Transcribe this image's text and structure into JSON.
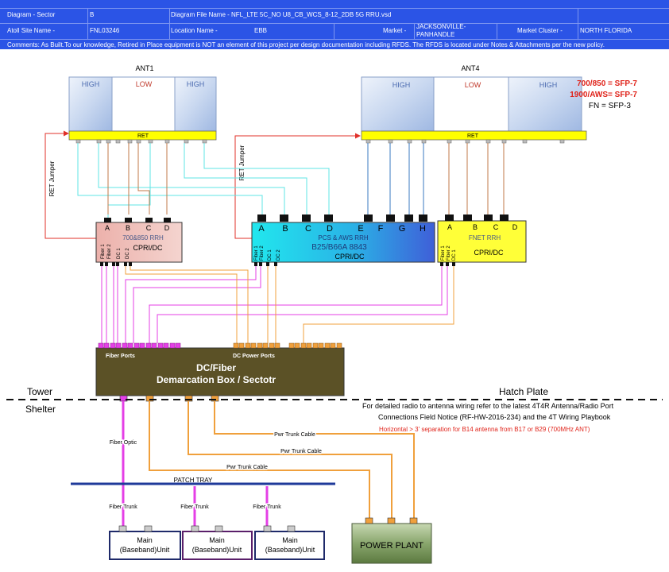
{
  "header": {
    "diagram_sector_label": "Diagram - Sector",
    "diagram_sector_value": "B",
    "file_name": "Diagram File Name - NFL_LTE 5C_NO U8_CB_WCS_8-12_2DB 5G RRU.vsd",
    "atoll_label": "Atoll Site Name -",
    "atoll_value": "FNL03246",
    "location_label": "Location Name -",
    "location_value": "EBB",
    "market_label": "Market -",
    "market_value_1": "JACKSONVILLE-",
    "market_value_2": "PANHANDLE",
    "cluster_label": "Market Cluster -",
    "cluster_value": "NORTH FLORIDA",
    "comments": "Comments:  As Built.To our knowledge, Retired in Place equipment is NOT an element of this project per design documentation including RFDS. The RFDS is located under Notes & Attachments per the new policy."
  },
  "antennas": {
    "ant1_title": "ANT1",
    "ant4_title": "ANT4",
    "high": "HIGH",
    "low": "LOW",
    "ret": "RET",
    "ret_jumper": "RET Jumper"
  },
  "sfp": {
    "line1": "700/850 = SFP-7",
    "line2": "1900/AWS= SFP-7",
    "line3": "FN = SFP-3"
  },
  "rrh": {
    "rrh1_title": "700&850 RRH",
    "rrh1_sub": "CPRI/DC",
    "rrh2_title": "PCS & AWS RRH",
    "rrh2_model": "B25/B66A  8843",
    "rrh2_sub": "CPRI/DC",
    "rrh3_title": "FNET RRH",
    "rrh3_sub": "CPRI/DC",
    "port_a": "A",
    "port_b": "B",
    "port_c": "C",
    "port_d": "D",
    "port_e": "E",
    "port_f": "F",
    "port_g": "G",
    "port_h": "H",
    "fiber1": "Fiber 1",
    "fiber2": "Fiber 2",
    "dc1": "DC 1",
    "dc2": "DC 2"
  },
  "demarc": {
    "fiber_ports": "Fiber Ports",
    "dc_ports": "DC Power Ports",
    "line1": "DC/Fiber",
    "line2": "Demarcation Box / Sectotr"
  },
  "labels": {
    "tower": "Tower",
    "shelter": "Shelter",
    "hatch": "Hatch Plate",
    "note1": "For detailed radio to antenna wiring refer to the latest 4T4R Antenna/Radio Port",
    "note2": "Connections Field Notice (RF-HW-2016-234) and the 4T Wiring Playbook",
    "note3": "Horizontal > 3' separation for B14 antenna from B17 or B29 (700MHz ANT)",
    "fiber_optic": "Fiber Optic",
    "pwr_trunk": "Pwr Trunk Cable",
    "patch_tray": "PATCH TRAY",
    "fiber_trunk": "Fiber Trunk",
    "main": "Main",
    "baseband_unit": "(Baseband)Unit",
    "power_plant": "POWER PLANT"
  },
  "colors": {
    "header_bg": "#2b54e6",
    "fiber": "#e43fe6",
    "dc": "#f0a03c",
    "ret_yellow": "#ffff00",
    "jumper_red": "#e0302a",
    "cyan_jumper": "#5fe4e4",
    "brown_jumper": "#c0784a",
    "blue_jumper": "#3a78c0",
    "demarc_bg": "#5b5126"
  }
}
